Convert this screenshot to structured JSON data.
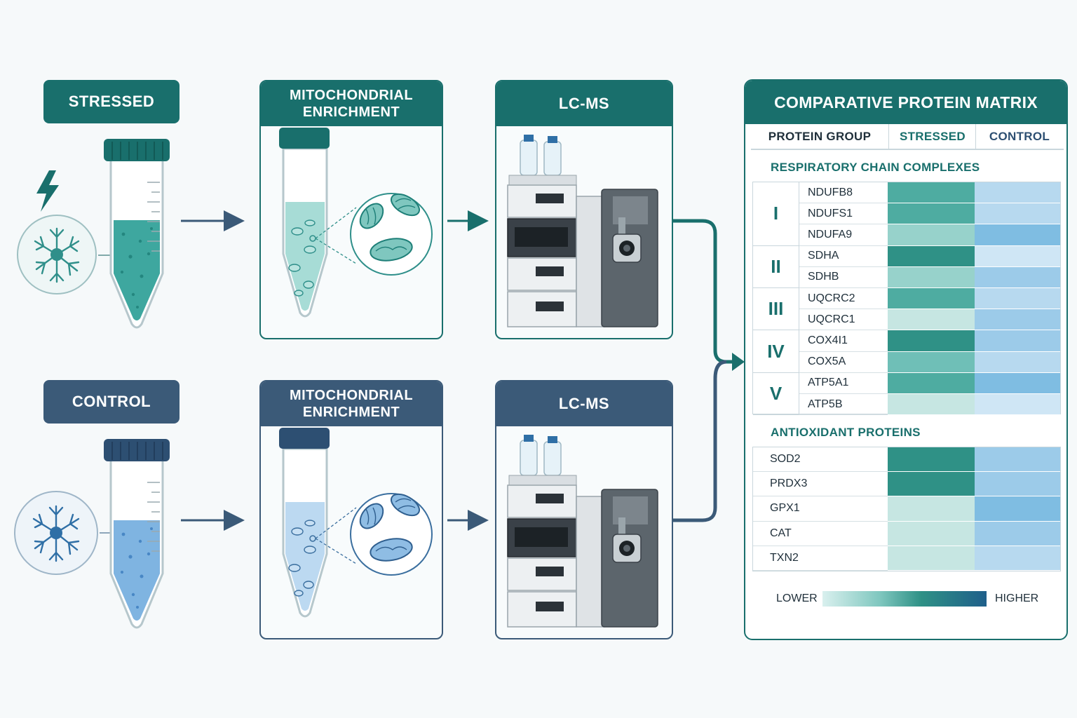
{
  "colors": {
    "teal": "#196f6c",
    "navy": "#3b5a78",
    "teal_levels": [
      "#c6e6e2",
      "#97d2cb",
      "#6fbfb7",
      "#4eaca1",
      "#2f9186"
    ],
    "blue_levels": [
      "#cfe6f5",
      "#b7d9ef",
      "#9ccbe9",
      "#7fbde2",
      "#6aafdb"
    ]
  },
  "stressed_row": {
    "label": "STRESSED",
    "enrichment_title": "MITOCHONDRIAL\nENRICHMENT",
    "lcms_title": "LC-MS"
  },
  "control_row": {
    "label": "CONTROL",
    "enrichment_title": "MITOCHONDRIAL\nENRICHMENT",
    "lcms_title": "LC-MS"
  },
  "icons": {
    "stress": "lightning-bolt-icon",
    "cell": "neuron-cell-icon",
    "tube": "falcon-tube-icon",
    "mito": "mitochondria-icon",
    "instrument": "lc-ms-instrument-icon"
  },
  "matrix": {
    "title": "COMPARATIVE PROTEIN MATRIX",
    "columns": [
      "PROTEIN GROUP",
      "STRESSED",
      "CONTROL"
    ],
    "respiratory": {
      "title": "RESPIRATORY CHAIN COMPLEXES",
      "complexes": [
        {
          "complex": "I",
          "proteins": [
            {
              "name": "NDUFB8",
              "stressed": 3,
              "control": 1
            },
            {
              "name": "NDUFS1",
              "stressed": 3,
              "control": 1
            },
            {
              "name": "NDUFA9",
              "stressed": 1,
              "control": 3
            }
          ]
        },
        {
          "complex": "II",
          "proteins": [
            {
              "name": "SDHA",
              "stressed": 4,
              "control": 0
            },
            {
              "name": "SDHB",
              "stressed": 1,
              "control": 2
            }
          ]
        },
        {
          "complex": "III",
          "proteins": [
            {
              "name": "UQCRC2",
              "stressed": 3,
              "control": 1
            },
            {
              "name": "UQCRC1",
              "stressed": 0,
              "control": 2
            }
          ]
        },
        {
          "complex": "IV",
          "proteins": [
            {
              "name": "COX4I1",
              "stressed": 4,
              "control": 2
            },
            {
              "name": "COX5A",
              "stressed": 2,
              "control": 1
            }
          ]
        },
        {
          "complex": "V",
          "proteins": [
            {
              "name": "ATP5A1",
              "stressed": 3,
              "control": 3
            },
            {
              "name": "ATP5B",
              "stressed": 0,
              "control": 0
            }
          ]
        }
      ]
    },
    "antioxidant": {
      "title": "ANTIOXIDANT PROTEINS",
      "proteins": [
        {
          "name": "SOD2",
          "stressed": 5,
          "control": 2
        },
        {
          "name": "PRDX3",
          "stressed": 5,
          "control": 2
        },
        {
          "name": "GPX1",
          "stressed": 0,
          "control": 3
        },
        {
          "name": "CAT",
          "stressed": 0,
          "control": 2
        },
        {
          "name": "TXN2",
          "stressed": 0,
          "control": 1
        }
      ]
    },
    "legend": {
      "low": "LOWER",
      "high": "HIGHER"
    }
  }
}
